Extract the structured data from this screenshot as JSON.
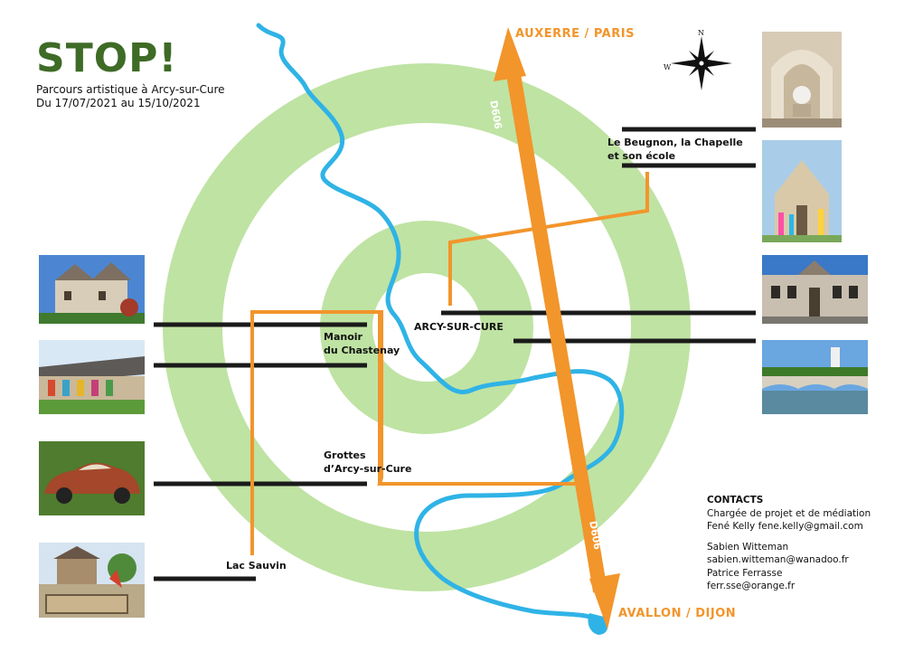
{
  "header": {
    "title": "STOP!",
    "subtitle_line1": "Parcours artistique à Arcy-sur-Cure",
    "subtitle_line2": "Du 17/07/2021 au 15/10/2021"
  },
  "roads": {
    "north_label": "AUXERRE / PARIS",
    "south_label": "AVALLON / DIJON",
    "road_code": "D606",
    "road_color": "#f2952b"
  },
  "compass": {
    "north": "N",
    "west": "W"
  },
  "places": {
    "beugnon_line1": "Le Beugnon, la Chapelle",
    "beugnon_line2": "et son école",
    "arcy": "ARCY-SUR-CURE",
    "manoir_line1": "Manoir",
    "manoir_line2": "du Chastenay",
    "grottes_line1": "Grottes",
    "grottes_line2": "d’Arcy-sur-Cure",
    "lac": "Lac Sauvin"
  },
  "contacts": {
    "heading": "CONTACTS",
    "role": "Chargée de projet et de médiation",
    "contact1": "Fené Kelly fene.kelly@gmail.com",
    "contact2_name": "Sabien Witteman",
    "contact2_email": "sabien.witteman@wanadoo.fr",
    "contact3_name": "Patrice Ferrasse",
    "contact3_email": "ferr.sse@orange.fr"
  },
  "colors": {
    "rings": "#bfe3a3",
    "river": "#2fb3e6",
    "path": "#f2952b",
    "title": "#3e6b26",
    "leader_lines": "#1a1a1a"
  }
}
